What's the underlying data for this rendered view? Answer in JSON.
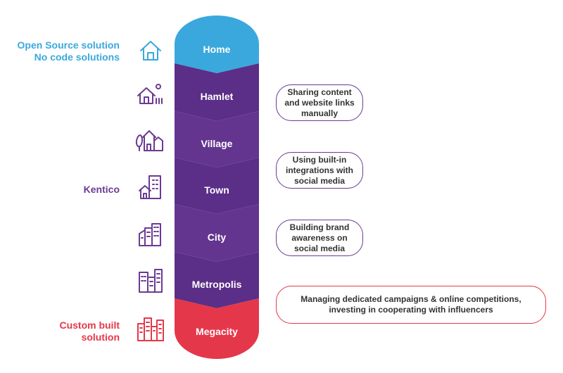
{
  "colors": {
    "blue": "#3aa8dd",
    "purple": "#6b3a93",
    "red": "#e5374a"
  },
  "left_labels": {
    "open_source": [
      "Open Source solution",
      "No code solutions"
    ],
    "kentico": "Kentico",
    "custom": [
      "Custom built",
      "solution"
    ]
  },
  "stages": [
    "Home",
    "Hamlet",
    "Village",
    "Town",
    "City",
    "Metropolis",
    "Megacity"
  ],
  "icons": [
    "house-icon",
    "house-with-fence-icon",
    "village-icon",
    "town-icon",
    "city-icon",
    "metropolis-icon",
    "megacity-icon"
  ],
  "callouts": [
    {
      "text": "Sharing content and website links manually"
    },
    {
      "text": "Using built-in integrations with social media"
    },
    {
      "text": "Building brand awareness on social media"
    },
    {
      "text": "Managing dedicated campaigns & online competitions, investing in cooperating with influencers"
    }
  ]
}
